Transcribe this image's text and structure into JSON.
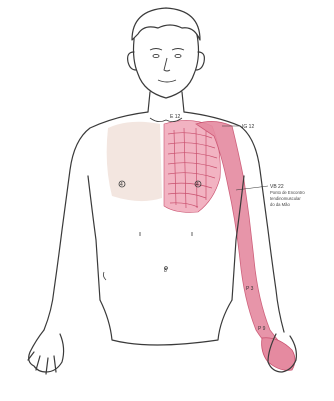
{
  "labels": {
    "neck_point": "E 12",
    "shoulder_point": "IG 12",
    "callout_line1": "VB 22",
    "callout_line2": "Ponto de Encontro",
    "callout_line3": "tendinomuscular",
    "callout_line4": "do da Mão",
    "forearm_point": "P 3",
    "wrist_point": "P 9",
    "abdomen_mark": "8",
    "chest_left_mark": "4",
    "chest_right_mark": "4"
  },
  "colors": {
    "outline": "#3a3a3a",
    "meridian_fill": "#e58aa0",
    "meridian_stroke": "#c9506e",
    "chest_shade": "#f3e6e0",
    "rib_lines": "#c9506e"
  }
}
